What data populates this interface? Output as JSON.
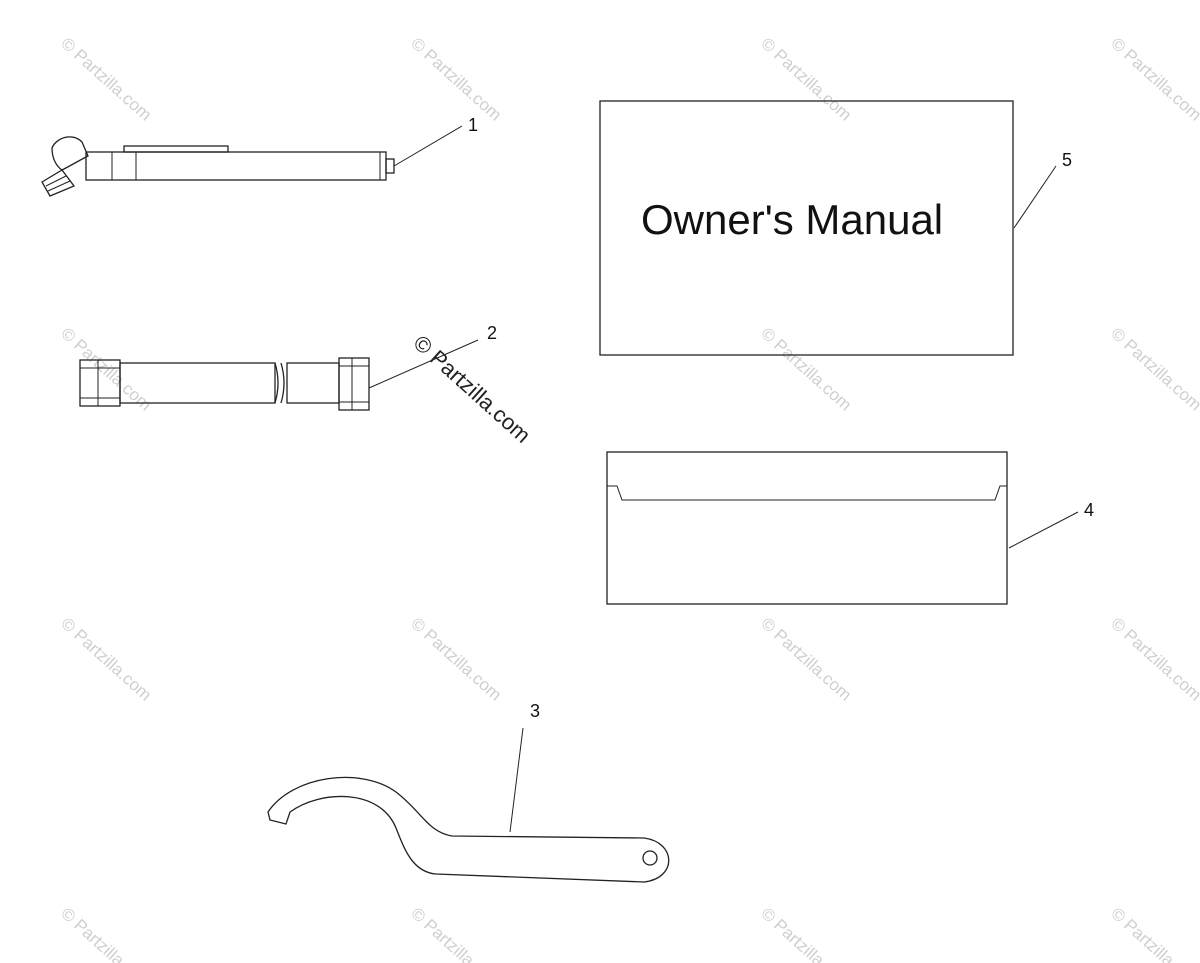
{
  "watermark": {
    "text": "© Partzilla.com",
    "faint_color": "#cfcfcf",
    "strong_color": "#222222"
  },
  "manual": {
    "title": "Owner's Manual"
  },
  "callouts": {
    "item1": "1",
    "item2": "2",
    "item3": "3",
    "item4": "4",
    "item5": "5"
  }
}
